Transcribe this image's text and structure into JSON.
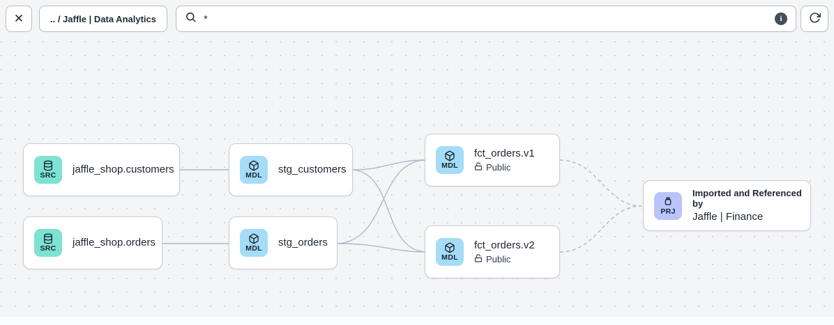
{
  "header": {
    "breadcrumb": ".. / Jaffle | Data Analytics",
    "search": {
      "value": "*",
      "placeholder": ""
    },
    "icons": {
      "close": "close-x",
      "search": "magnifier",
      "info": "info-circle",
      "info_glyph": "i",
      "refresh": "rotate-clockwise-arrow"
    }
  },
  "graph": {
    "nodes": [
      {
        "id": "jaffle_shop.customers",
        "type": "source",
        "badge": "SRC",
        "icon": "database-icon",
        "label": "jaffle_shop.customers"
      },
      {
        "id": "jaffle_shop.orders",
        "type": "source",
        "badge": "SRC",
        "icon": "database-icon",
        "label": "jaffle_shop.orders"
      },
      {
        "id": "stg_customers",
        "type": "model",
        "badge": "MDL",
        "icon": "cube-icon",
        "label": "stg_customers"
      },
      {
        "id": "stg_orders",
        "type": "model",
        "badge": "MDL",
        "icon": "cube-icon",
        "label": "stg_orders"
      },
      {
        "id": "fct_orders.v1",
        "type": "model",
        "badge": "MDL",
        "icon": "cube-icon",
        "label": "fct_orders.v1",
        "access": "Public",
        "access_icon": "unlock-icon"
      },
      {
        "id": "fct_orders.v2",
        "type": "model",
        "badge": "MDL",
        "icon": "cube-icon",
        "label": "fct_orders.v2",
        "access": "Public",
        "access_icon": "unlock-icon"
      },
      {
        "id": "jaffle_finance",
        "type": "project",
        "badge": "PRJ",
        "icon": "jar-icon",
        "caption": "Imported and Referenced by",
        "label": "Jaffle | Finance"
      }
    ],
    "edges": [
      {
        "from": "jaffle_shop.customers",
        "to": "stg_customers",
        "style": "solid"
      },
      {
        "from": "jaffle_shop.orders",
        "to": "stg_orders",
        "style": "solid"
      },
      {
        "from": "stg_customers",
        "to": "fct_orders.v1",
        "style": "solid"
      },
      {
        "from": "stg_customers",
        "to": "fct_orders.v2",
        "style": "solid"
      },
      {
        "from": "stg_orders",
        "to": "fct_orders.v1",
        "style": "solid"
      },
      {
        "from": "stg_orders",
        "to": "fct_orders.v2",
        "style": "solid"
      },
      {
        "from": "fct_orders.v1",
        "to": "jaffle_finance",
        "style": "dashed"
      },
      {
        "from": "fct_orders.v2",
        "to": "jaffle_finance",
        "style": "dashed"
      }
    ]
  },
  "colors": {
    "canvas_bg": "#f4f5f7",
    "source_badge": "#7de2d1",
    "model_badge": "#a5dcf7",
    "project_badge": "#b9c4f9",
    "edge": "#b2b9c3",
    "node_border": "#c7ccd5",
    "text": "#1c2634"
  }
}
